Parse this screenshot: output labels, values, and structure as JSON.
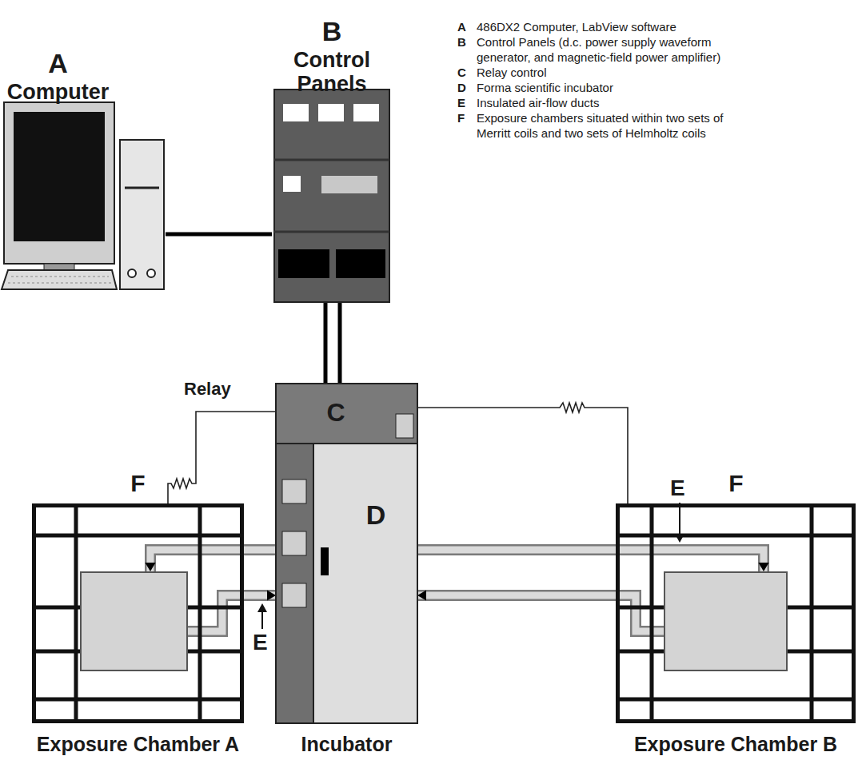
{
  "diagram": {
    "nodes": [
      {
        "text": [
          "A",
          "Computer"
        ]
      },
      {
        "text": [
          "B",
          "Control Panels"
        ]
      },
      {
        "text": [
          "C"
        ]
      },
      {
        "text": [
          "D",
          "Incubator"
        ]
      },
      {
        "text": [
          "F",
          "Exposure Chamber A"
        ]
      },
      {
        "text": [
          "F",
          "Exposure Chamber B"
        ]
      }
    ],
    "edges": [
      {
        "from": 0,
        "to": 1,
        "arrow": "none"
      },
      {
        "from": 1,
        "to": 2,
        "arrow": "none"
      },
      {
        "from": 1,
        "to": 2,
        "arrow": "none"
      },
      {
        "from": 2,
        "to": 4,
        "label": "Relay",
        "arrow": "none"
      },
      {
        "from": 2,
        "to": 5,
        "arrow": "none"
      },
      {
        "from": 3,
        "to": 4,
        "arrow": "to"
      },
      {
        "from": 4,
        "to": 3,
        "arrow": "to"
      },
      {
        "from": 3,
        "to": 5,
        "arrow": "to"
      },
      {
        "from": 5,
        "to": 3,
        "arrow": "to"
      }
    ],
    "labels": [
      "A",
      "486DX2 Computer, LabView software",
      "B",
      "Control Panels (d.c. power supply waveform generator, and magnetic-field power amplifier)",
      "C",
      "Relay control",
      "D",
      "Forma scientific incubator",
      "E",
      "Insulated air-flow ducts",
      "F",
      "Exposure chambers situated within two sets of Merritt coils and two sets of Helmholtz coils",
      "E",
      "E"
    ]
  }
}
